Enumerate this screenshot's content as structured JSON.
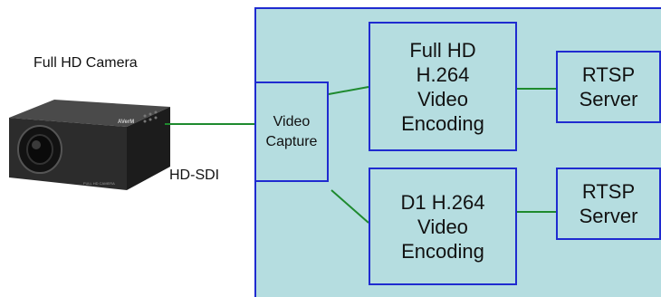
{
  "camera": {
    "title": "Full HD Camera",
    "link_label": "HD-SDI",
    "body_brand": "AVerM",
    "body_text": "FULL HD CAMERA"
  },
  "capture": {
    "label": "Video\nCapture"
  },
  "encoders": [
    {
      "label": "Full  HD\nH.264\nVideo\nEncoding"
    },
    {
      "label": "D1 H.264\nVideo\nEncoding"
    }
  ],
  "servers": [
    {
      "label": "RTSP\nServer"
    },
    {
      "label": "RTSP\nServer"
    }
  ],
  "colors": {
    "panel_fill": "#b5dde0",
    "box_border": "#1f2bd0",
    "connector": "#1e8a2e"
  }
}
